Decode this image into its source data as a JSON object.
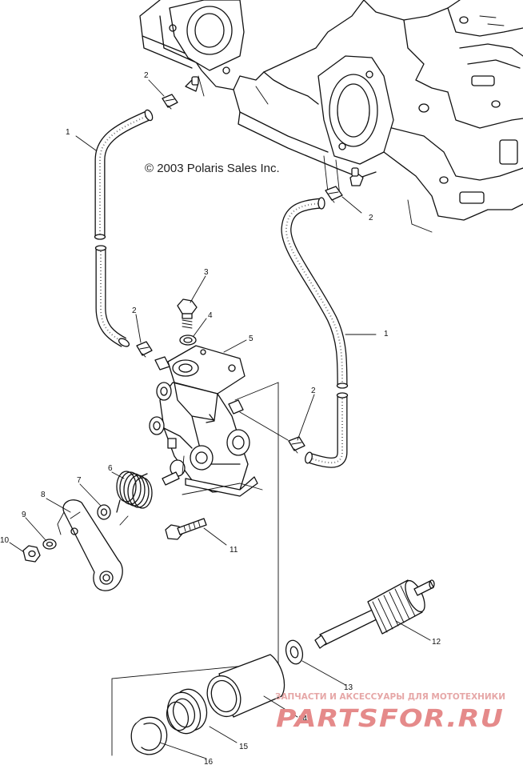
{
  "copyright": "© 2003 Polaris Sales Inc.",
  "watermark": {
    "tagline": "ЗАПЧАСТИ И АКСЕССУАРЫ ДЛЯ МОТОТЕХНИКИ",
    "logo": "PARTSFOR.RU",
    "color": "#e58a8a"
  },
  "callouts": [
    "1",
    "2",
    "2",
    "3",
    "4",
    "5",
    "2",
    "1",
    "2",
    "6",
    "7",
    "8",
    "9",
    "10",
    "11",
    "12",
    "13",
    "14",
    "15",
    "16"
  ]
}
